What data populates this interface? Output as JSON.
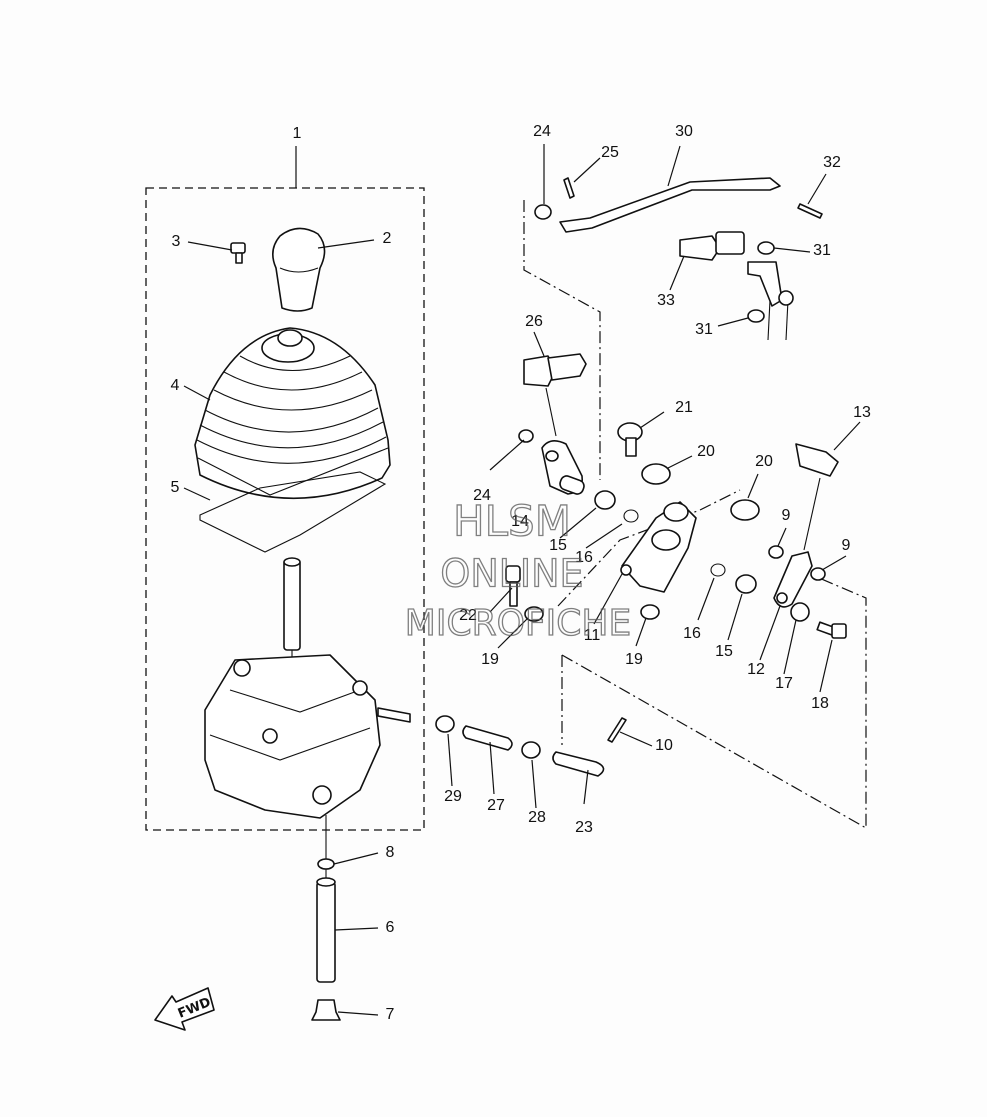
{
  "watermark": {
    "line1": "HLSM",
    "line2": "ONLINE",
    "line3": "MICROFICHE"
  },
  "direction_label": "FWD",
  "callouts": [
    "1",
    "2",
    "3",
    "4",
    "5",
    "6",
    "7",
    "8",
    "9",
    "9",
    "10",
    "11",
    "12",
    "13",
    "14",
    "15",
    "15",
    "16",
    "16",
    "17",
    "18",
    "19",
    "19",
    "20",
    "20",
    "21",
    "22",
    "23",
    "24",
    "24",
    "25",
    "26",
    "27",
    "28",
    "29",
    "30",
    "31",
    "31",
    "32",
    "33"
  ]
}
